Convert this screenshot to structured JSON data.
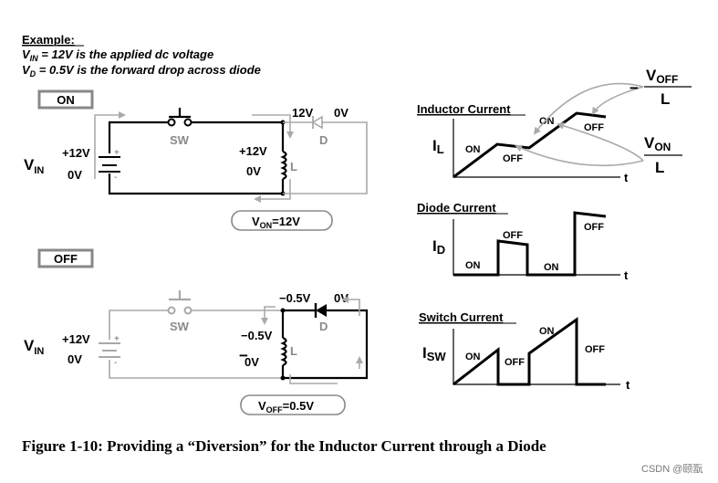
{
  "example": {
    "heading": "Example:",
    "vin_prefix": "V",
    "vin_sub": "IN",
    "vin_rest": " = 12V is the applied dc voltage",
    "vd_prefix": "V",
    "vd_sub": "D",
    "vd_rest": " = 0.5V is the forward drop across diode"
  },
  "on_circuit": {
    "state_label": "ON",
    "vin_main": "V",
    "vin_sub": "IN",
    "source_plus": "+12V",
    "source_zero": "0V",
    "switch_label": "SW",
    "diode_label": "D",
    "diode_left_v": "12V",
    "diode_right_v": "0V",
    "inductor_top_v": "+12V",
    "inductor_bottom_v": "0V",
    "inductor_label": "L",
    "von_main": "V",
    "von_sub": "ON",
    "von_value": "=12V",
    "plus_sign": "+",
    "minus_sign": "-"
  },
  "off_circuit": {
    "state_label": "OFF",
    "vin_main": "V",
    "vin_sub": "IN",
    "source_plus": "+12V",
    "source_zero": "0V",
    "switch_label": "SW",
    "diode_label": "D",
    "diode_left_v": "−0.5V",
    "diode_right_v": "0V",
    "inductor_top_v": "−0.5V",
    "inductor_bottom_v": "0V",
    "inductor_label": "L",
    "minus_mark": "−",
    "voff_main": "V",
    "voff_sub": "OFF",
    "voff_value": "=0.5V",
    "plus_sign": "+",
    "minus_sign": "-"
  },
  "graphs": {
    "inductor": {
      "title": "Inductor Current",
      "ylabel_main": "I",
      "ylabel_sub": "L",
      "on1": "ON",
      "off1": "OFF",
      "on2": "ON",
      "off2": "OFF",
      "t": "t"
    },
    "diode": {
      "title": "Diode Current",
      "ylabel_main": "I",
      "ylabel_sub": "D",
      "on1": "ON",
      "off1": "OFF",
      "on2": "ON",
      "off2": "OFF",
      "t": "t"
    },
    "switch": {
      "title": "Switch Current",
      "ylabel_main": "I",
      "ylabel_sub": "SW",
      "on1": "ON",
      "off1": "OFF",
      "on2": "ON",
      "off2": "OFF",
      "t": "t"
    }
  },
  "slopes": {
    "off_sign": "−",
    "off_num_main": "V",
    "off_num_sub": "OFF",
    "off_den": "L",
    "on_num_main": "V",
    "on_num_sub": "ON",
    "on_den": "L"
  },
  "caption": "Figure 1-10: Providing a “Diversion” for the Inductor Current through a Diode",
  "watermark": "CSDN @颐翫"
}
